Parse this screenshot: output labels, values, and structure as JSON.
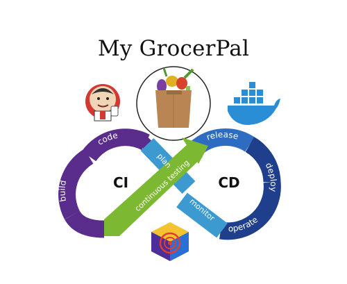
{
  "title": "My GrocerPal",
  "logos": {
    "left": "jenkins-logo",
    "center": "grocery-bag-icon",
    "right": "docker-whale-logo",
    "bottom": "radar-cube-logo"
  },
  "loop": {
    "left_label": "CI",
    "right_label": "CD",
    "ci_segments": [
      "code",
      "build"
    ],
    "cd_segments": [
      "release",
      "deploy",
      "operate"
    ],
    "crossing_segments": [
      "plan",
      "monitor"
    ],
    "band_label": "continuous testing"
  },
  "colors": {
    "purple": "#5a2d8c",
    "light_blue": "#3d9ad1",
    "green": "#7cb831",
    "mid_blue": "#2d6cc0",
    "navy": "#1f3f8c"
  }
}
